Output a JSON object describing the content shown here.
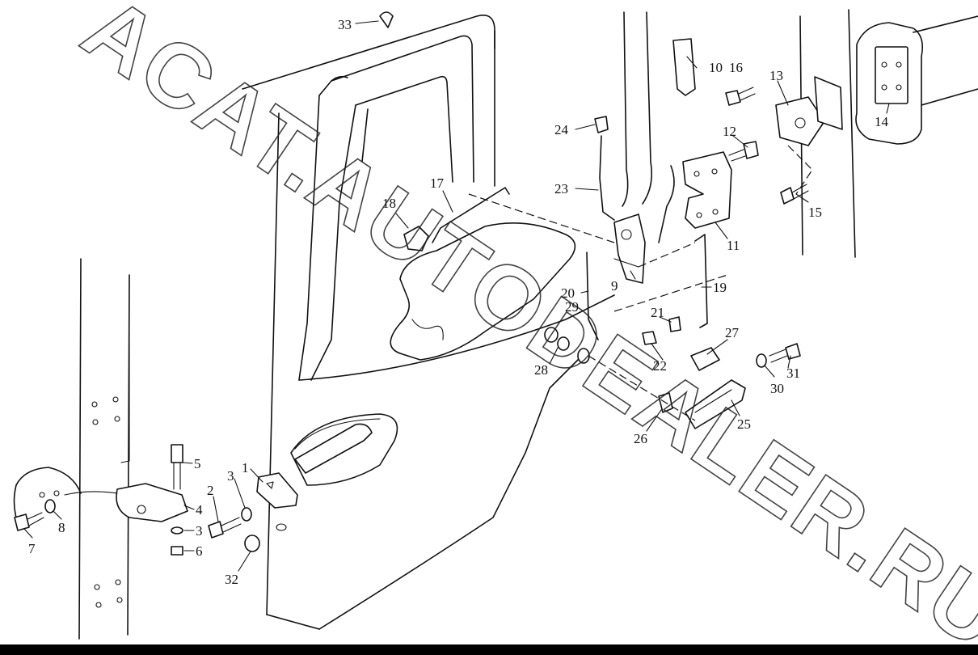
{
  "watermark": "ACAT.AUTODEALER.RU",
  "callouts": {
    "c1": "1",
    "c2": "2",
    "c3a": "3",
    "c3b": "3",
    "c4": "4",
    "c5": "5",
    "c6": "6",
    "c7": "7",
    "c8": "8",
    "c9": "9",
    "c10": "10",
    "c11": "11",
    "c12": "12",
    "c13": "13",
    "c14": "14",
    "c15": "15",
    "c16": "16",
    "c17": "17",
    "c18": "18",
    "c19": "19",
    "c20": "20",
    "c21": "21",
    "c22": "22",
    "c23": "23",
    "c24": "24",
    "c25": "25",
    "c26": "26",
    "c27": "27",
    "c28": "28",
    "c29": "29",
    "c30": "30",
    "c31": "31",
    "c32": "32",
    "c33": "33"
  },
  "colors": {
    "line": "#111111",
    "background": "#ffffff",
    "bar": "#000000"
  }
}
